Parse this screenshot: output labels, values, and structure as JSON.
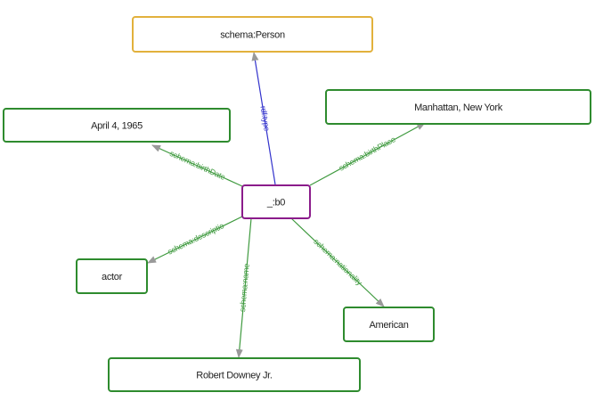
{
  "colors": {
    "class_node": "#e2b13c",
    "literal_node": "#2e8b2e",
    "blank_node": "#8b1c8b",
    "type_edge": "#3333cc",
    "property_edge": "#3f9a3f",
    "arrow": "#999999"
  },
  "nodes": [
    {
      "id": "b0",
      "label": "_:b0",
      "kind": "blank"
    },
    {
      "id": "person",
      "label": "schema:Person",
      "kind": "class"
    },
    {
      "id": "birthdate",
      "label": "April 4, 1965",
      "kind": "literal"
    },
    {
      "id": "birthplace",
      "label": "Manhattan, New York",
      "kind": "literal"
    },
    {
      "id": "actor",
      "label": "actor",
      "kind": "literal"
    },
    {
      "id": "american",
      "label": "American",
      "kind": "literal"
    },
    {
      "id": "name",
      "label": "Robert Downey Jr.",
      "kind": "literal"
    }
  ],
  "edges": [
    {
      "from": "b0",
      "to": "person",
      "label": "rdf:type",
      "kind": "type"
    },
    {
      "from": "b0",
      "to": "birthdate",
      "label": "schema:birthDate",
      "kind": "property"
    },
    {
      "from": "b0",
      "to": "birthplace",
      "label": "schema:birthPlace",
      "kind": "property"
    },
    {
      "from": "b0",
      "to": "actor",
      "label": "schema:descriptio",
      "kind": "property"
    },
    {
      "from": "b0",
      "to": "american",
      "label": "schema:nationality",
      "kind": "property"
    },
    {
      "from": "b0",
      "to": "name",
      "label": "schema:name",
      "kind": "property"
    }
  ]
}
